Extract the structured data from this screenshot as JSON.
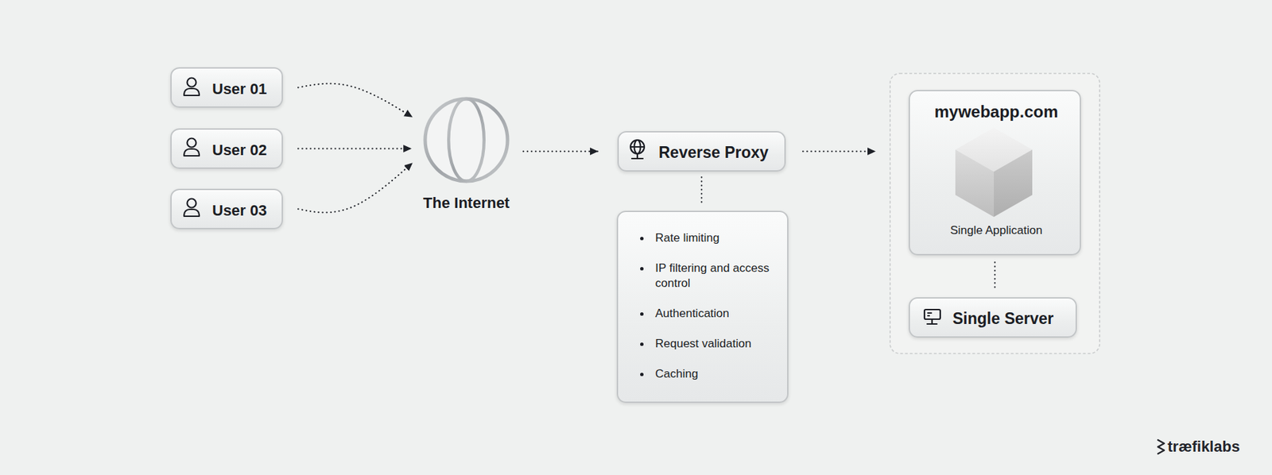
{
  "diagram": {
    "nodes": [
      {
        "text": [
          "User 01"
        ]
      },
      {
        "text": [
          "User 02"
        ]
      },
      {
        "text": [
          "User 03"
        ]
      },
      {
        "text": [
          "The Internet"
        ]
      },
      {
        "text": [
          "Reverse Proxy"
        ]
      },
      {
        "text": [
          "Rate limiting",
          "IP filtering and access control",
          "Authentication",
          "Request validation",
          "Caching"
        ]
      },
      {
        "text": [
          "mywebapp.com",
          "Single Application"
        ]
      },
      {
        "text": [
          "Single Server"
        ]
      }
    ],
    "edges": [
      {
        "from": 0,
        "to": 3,
        "arrow": "to"
      },
      {
        "from": 1,
        "to": 3,
        "arrow": "to"
      },
      {
        "from": 2,
        "to": 3,
        "arrow": "to"
      },
      {
        "from": 3,
        "to": 4,
        "arrow": "to"
      },
      {
        "from": 4,
        "to": 5,
        "arrow": "none"
      },
      {
        "from": 4,
        "to": 6,
        "arrow": "to"
      },
      {
        "from": 6,
        "to": 7,
        "arrow": "none"
      }
    ],
    "labels": [
      "træfiklabs"
    ]
  }
}
